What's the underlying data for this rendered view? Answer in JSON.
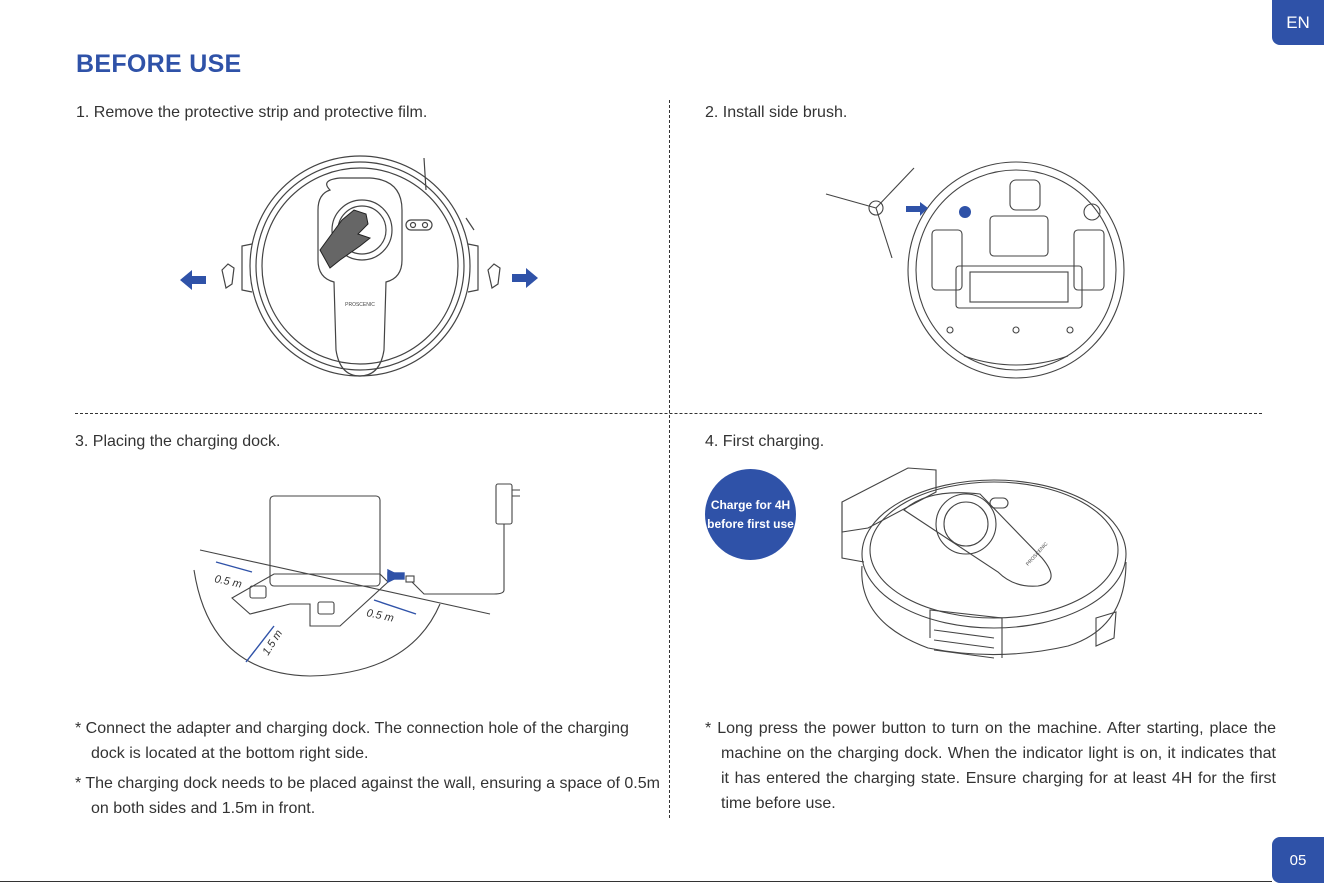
{
  "language_tab": "EN",
  "page_number": "05",
  "title": "BEFORE USE",
  "steps": {
    "step1": "1. Remove the protective strip and protective film.",
    "step2": "2. Install side brush.",
    "step3": "3. Placing the charging dock.",
    "step4": "4. First charging."
  },
  "badge": "Charge for 4H before first use",
  "dock_labels": {
    "left_clearance": "0.5 m",
    "right_clearance": "0.5 m",
    "front_clearance": "1.5 m"
  },
  "robot_brand": "PROSCENIC",
  "notes_left": [
    "* Connect the adapter and charging dock. The connection hole of the charging dock is located at the bottom right side.",
    "*  The charging dock needs to be placed against the wall, ensuring a space of 0.5m on both sides and 1.5m in front."
  ],
  "note_right": "*  Long press the power button to turn on the machine. After starting, place the machine on the charging dock. When the indicator light is on, it indicates that it has entered the charging state. Ensure charging for at least 4H for the first time before use.",
  "colors": {
    "accent": "#2f52a8",
    "text": "#333333"
  }
}
